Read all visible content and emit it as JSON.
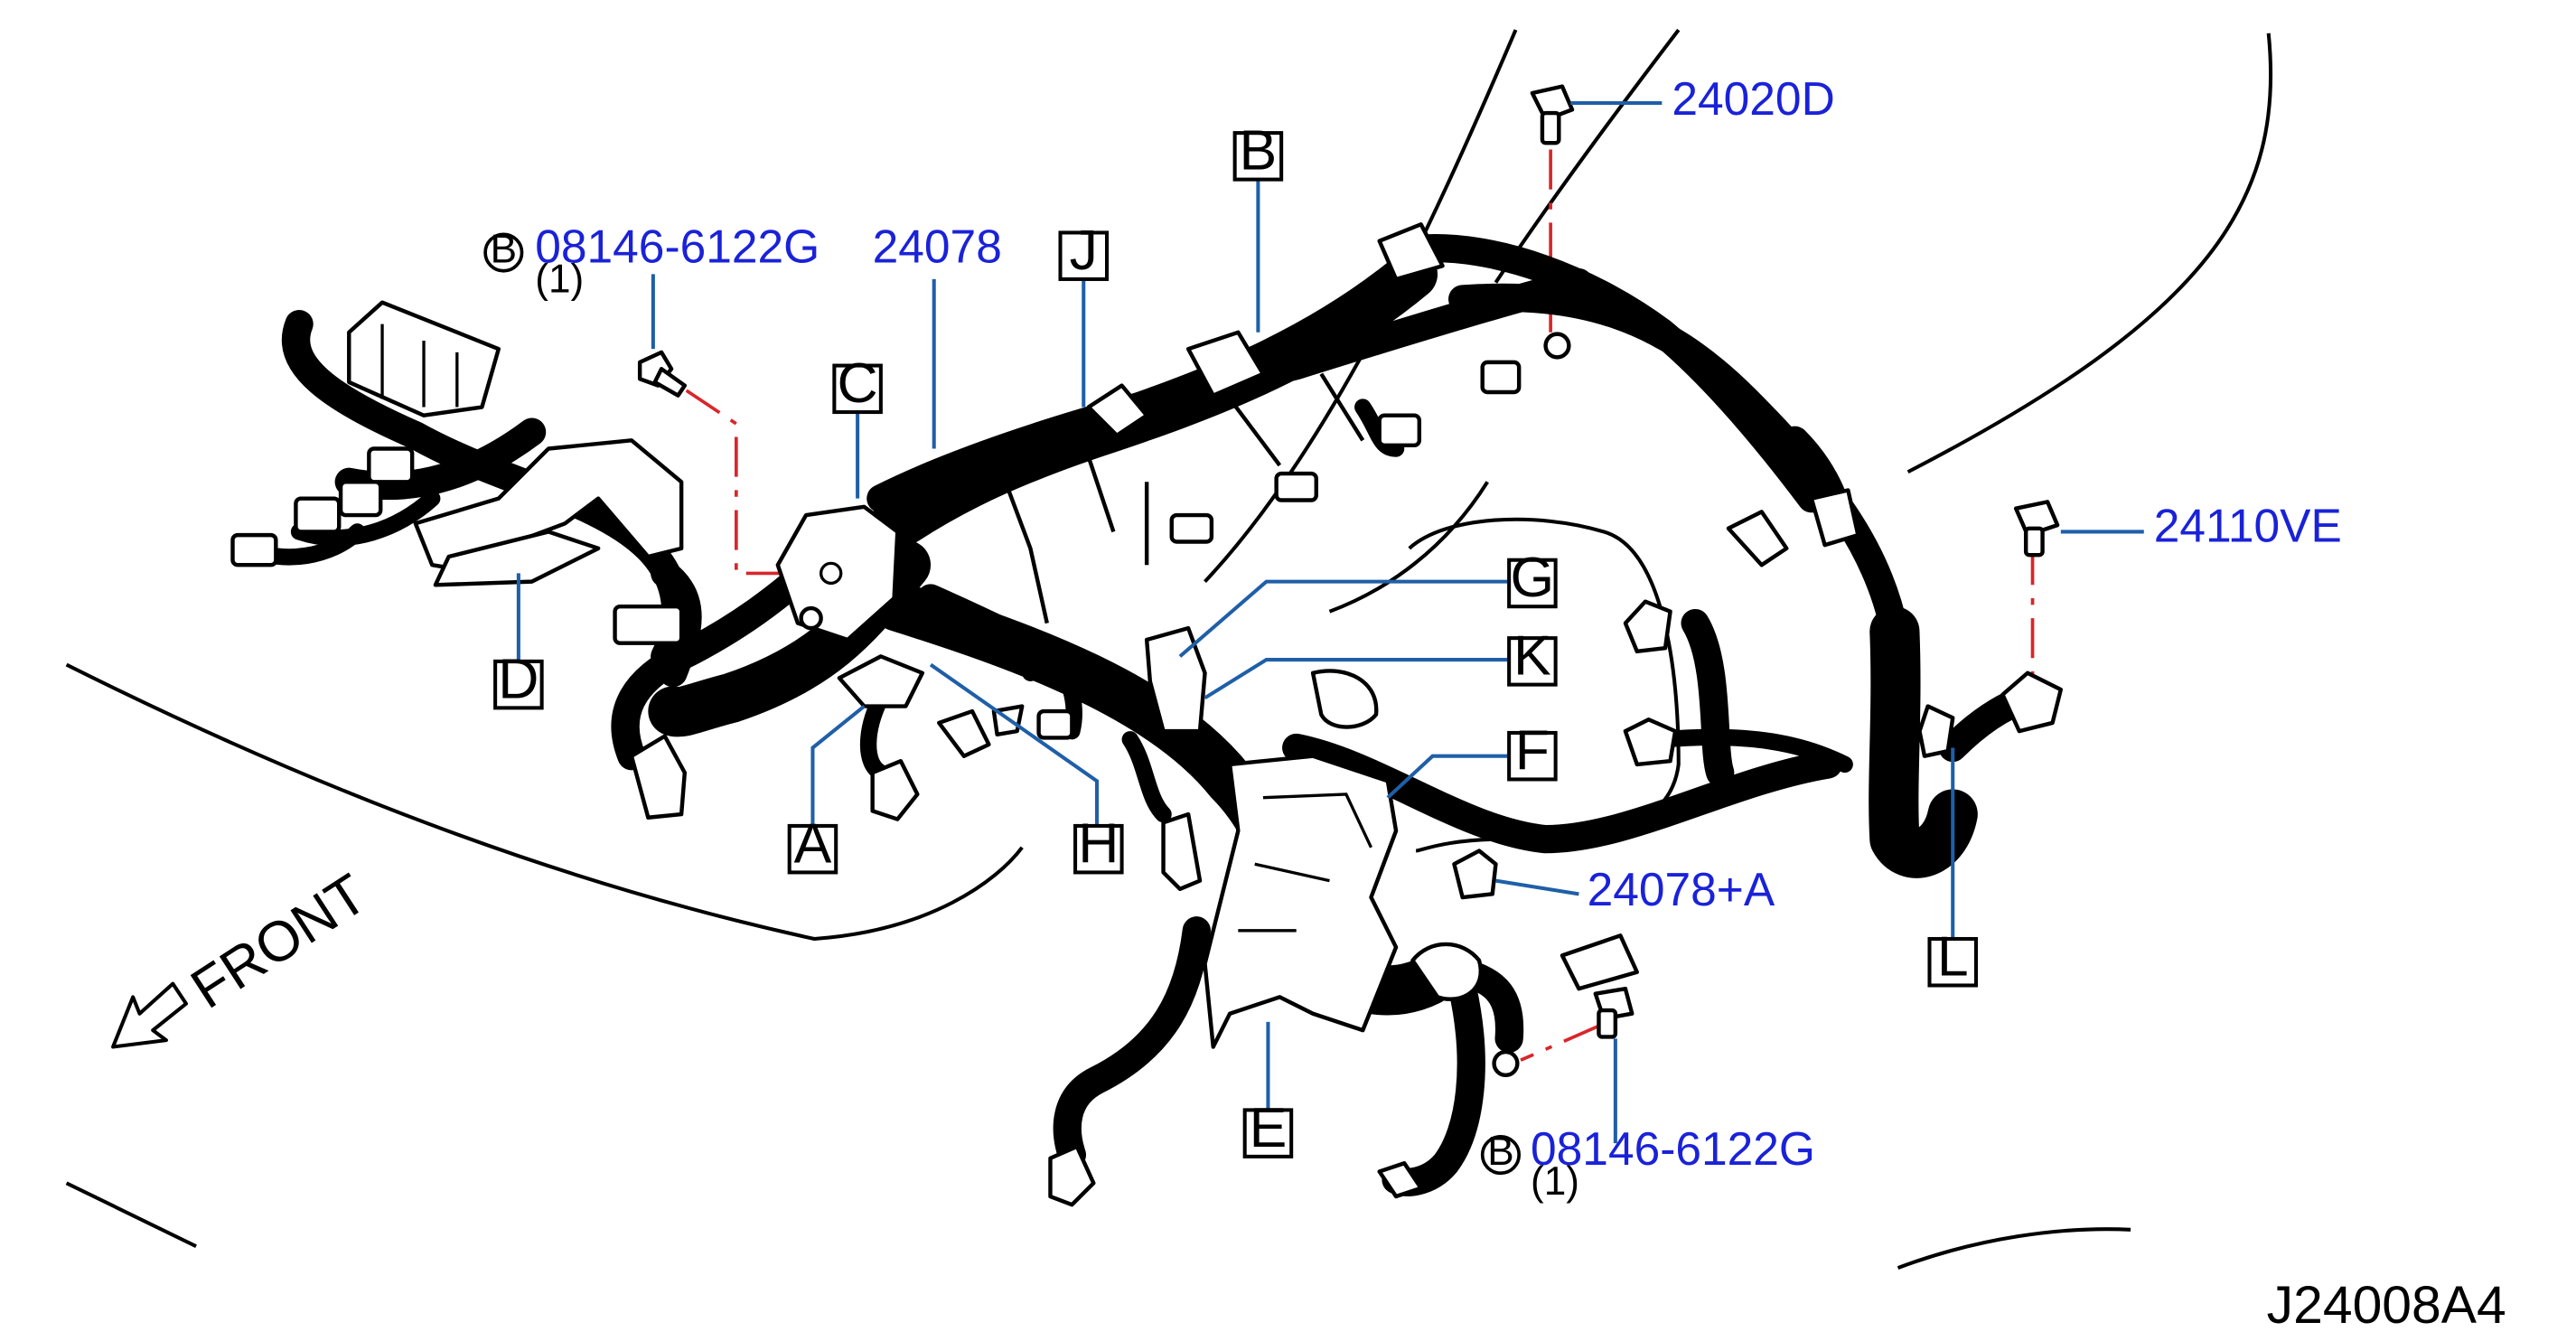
{
  "callouts": {
    "A": "A",
    "B": "B",
    "C": "C",
    "D": "D",
    "E": "E",
    "F": "F",
    "G": "G",
    "H": "H",
    "J": "J",
    "K": "K",
    "L": "L"
  },
  "part_numbers": {
    "bolt_left": "08146-6122G",
    "bolt_left_qty": "(1)",
    "bolt_left_marker": "B",
    "harness_main": "24078",
    "bolt_top": "24020D",
    "bolt_right": "24110VE",
    "harness_sub": "24078+A",
    "bolt_bottom": "08146-6122G",
    "bolt_bottom_qty": "(1)",
    "bolt_bottom_marker": "B"
  },
  "front_label": "FRONT",
  "diagram_id": "J24008A4",
  "colors": {
    "part_number": "#1a22d8",
    "leader_line": "#1f5fa8",
    "dash_line": "#d8262b",
    "outline": "#000000"
  }
}
